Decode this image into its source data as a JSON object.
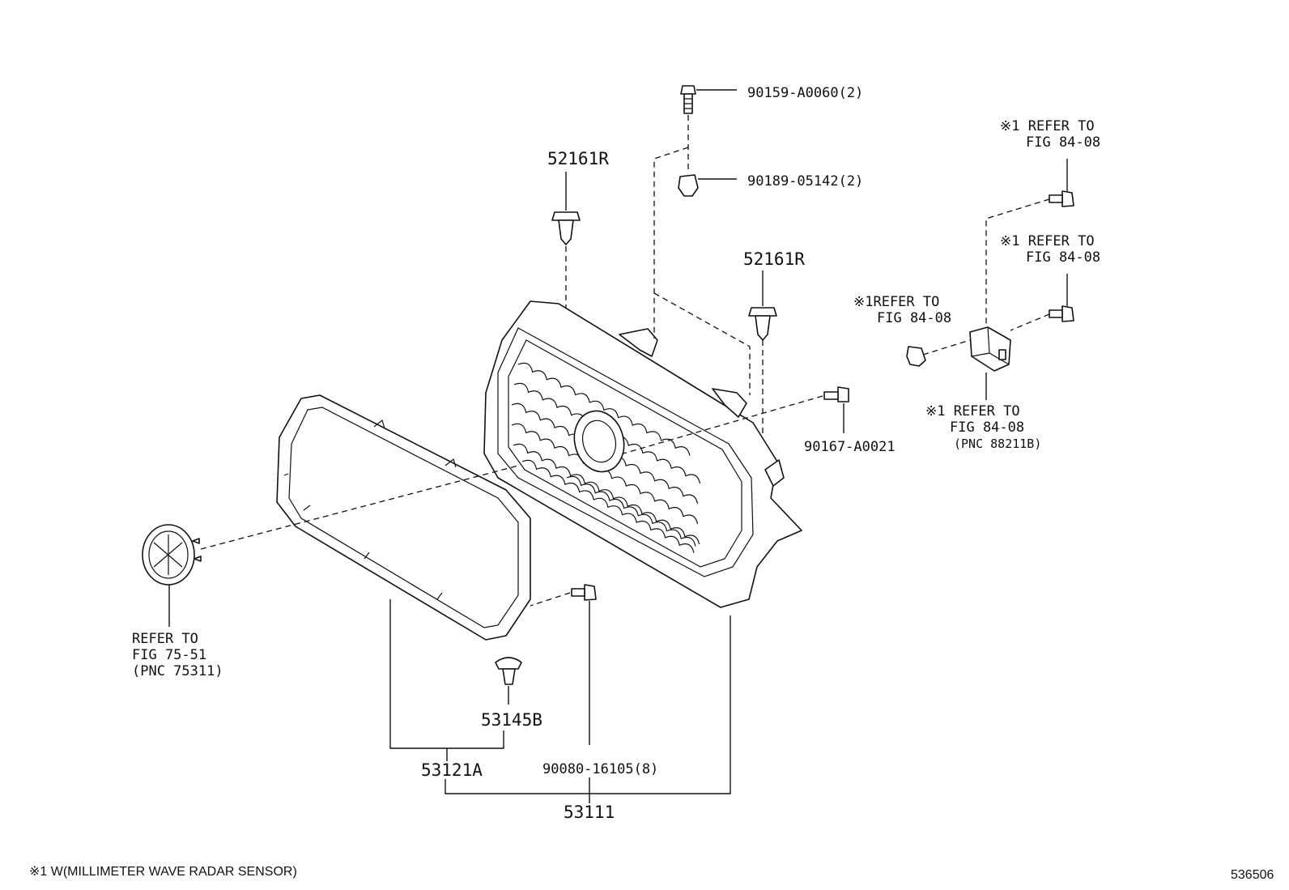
{
  "labels": {
    "bolt_top": "90159-A0060(2)",
    "nut_top": "90189-05142(2)",
    "clip_left": "52161R",
    "clip_right": "52161R",
    "bolt_grille": "90167-A0021",
    "radar_ref": [
      "※1REFER TO",
      "FIG 84-08"
    ],
    "sensor_ref": [
      "※1 REFER TO",
      "FIG 84-08",
      "(PNC 88211B)"
    ],
    "bolt_ref_1": [
      "※1 REFER TO",
      "FIG 84-08"
    ],
    "bolt_ref_2": [
      "※1 REFER TO",
      "FIG 84-08"
    ],
    "emblem_ref": [
      "REFER TO",
      "FIG 75-51",
      "(PNC 75311)"
    ],
    "clip_bottom": "53145B",
    "screw_bottom": "90080-16105(8)",
    "frame": "53121A",
    "grille": "53111"
  },
  "footnote": "※1  W(MILLIMETER WAVE RADAR SENSOR)",
  "diagram_id": "536506"
}
